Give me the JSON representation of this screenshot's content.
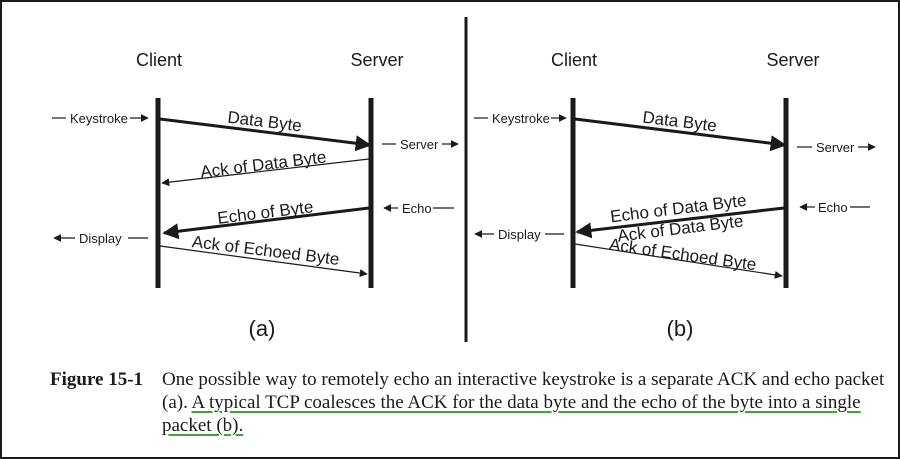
{
  "panels": [
    {
      "client_label": "Client",
      "server_label": "Server",
      "keystroke_label": "Keystroke",
      "server_event_label": "Server",
      "echo_label": "Echo",
      "display_label": "Display",
      "messages": [
        "Data Byte",
        "Ack of Data Byte",
        "Echo of Byte",
        "Ack of Echoed Byte"
      ],
      "panel_label": "(a)"
    },
    {
      "client_label": "Client",
      "server_label": "Server",
      "keystroke_label": "Keystroke",
      "server_event_label": "Server",
      "echo_label": "Echo",
      "display_label": "Display",
      "messages": [
        "Data Byte",
        "Echo of Data Byte",
        "Ack of Data Byte",
        "Ack of Echoed Byte"
      ],
      "panel_label": "(b)"
    }
  ],
  "caption": {
    "figure_label": "Figure 15-1",
    "text_part1": "One possible way to remotely echo an interactive keystroke is a separate ACK and echo packet (a). ",
    "text_highlight": "A typical TCP coalesces the ACK for the data byte and the echo of the byte into a single packet (b).",
    "highlight_color": "#3aa832"
  }
}
